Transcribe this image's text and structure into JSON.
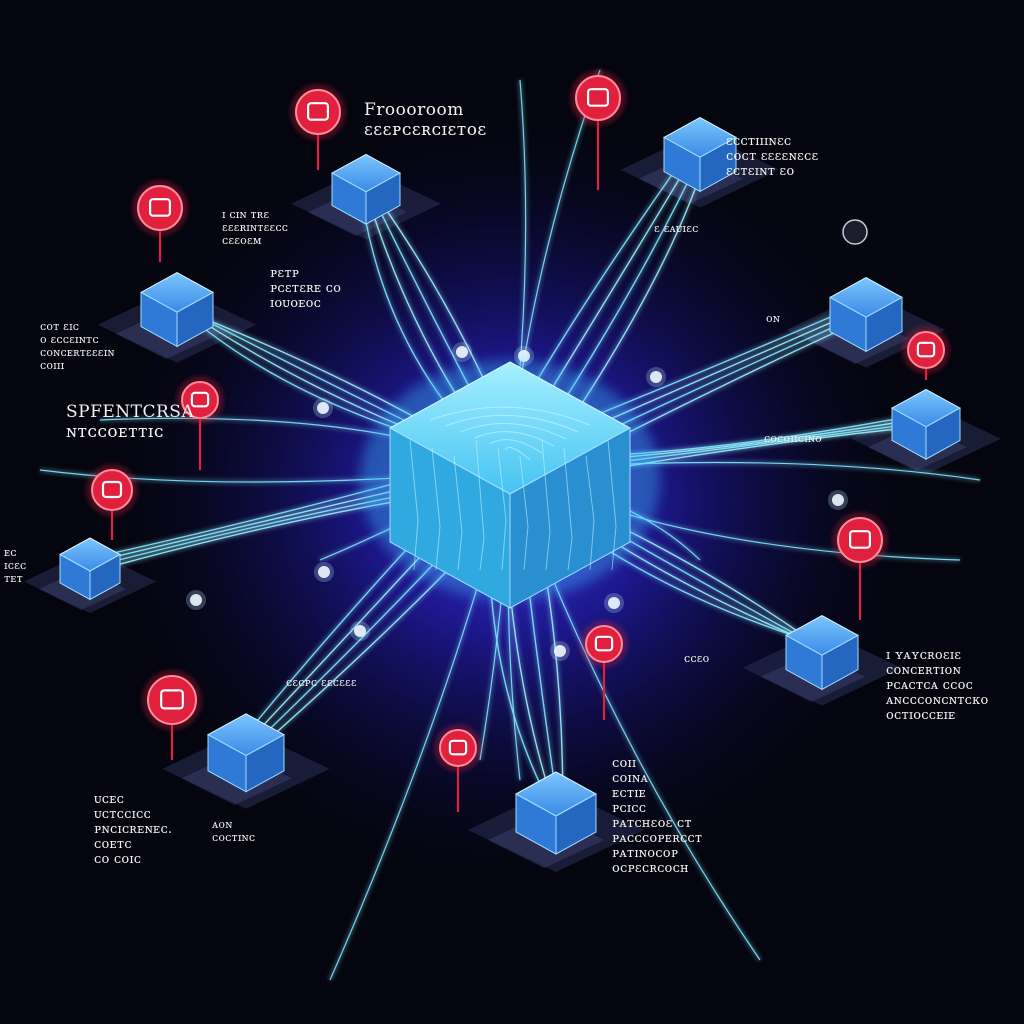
{
  "colors": {
    "background": "#05050f",
    "glow": "#2a22ff",
    "hub_face": "#5fd6ff",
    "node_face": "#3c8fe8",
    "wire": "#7fe6ff",
    "pin": "#e0203c"
  },
  "labels": [
    {
      "lines": [
        "Froooroom",
        "ɛɛɛᴘᴄɛʀᴄɪɛᴛoɛ"
      ]
    },
    {
      "lines": [
        "ɪ ᴄɪɴ ᴛʀɛ",
        "ɛɛɛʀɪɴᴛɛɛᴄᴄ",
        "ᴄɛɛᴏɛᴍ"
      ]
    },
    {
      "lines": [
        "ɛ ɛᴀᴜɪɛᴄ"
      ]
    },
    {
      "lines": [
        "ɛᴄᴄᴛɪɪɪɴɛᴄ",
        "ᴄᴏᴄᴛ ɛɛɛɛɴɛᴄɛ",
        "ɛᴄᴛɛɪɴᴛ ɛᴏ"
      ]
    },
    {
      "lines": [
        "ᴘɛᴛᴘ",
        "ᴘᴄɛᴛɛʀᴇ ᴄᴏ",
        "ɪᴏᴜᴏᴇᴏᴄ"
      ]
    },
    {
      "lines": [
        "ᴄᴏᴛ ɛɪᴄ",
        "ᴏ ɛᴄᴄɛɪɴᴛᴄ",
        "ᴄᴏɴᴄᴇʀᴛɛɛɛɪɴ",
        "ᴄᴏɪɪɪ"
      ]
    },
    {
      "lines": [
        "SPFENTCRSA",
        "ɴᴛᴄᴄᴏᴇᴛᴛɪᴄ"
      ]
    },
    {
      "lines": [
        "ᴇᴄ",
        "ɪᴄɛᴄ",
        "ᴛᴇᴛ"
      ]
    },
    {
      "lines": [
        "ᴏɴ"
      ]
    },
    {
      "lines": [
        "ᴄᴏᴄᴏɪɪᴄɪɴᴏ"
      ]
    },
    {
      "lines": [
        "ᴄɛᴄᴘᴄ ɛɛᴄɛɛɛ"
      ]
    },
    {
      "lines": [
        "ᴄᴄɛᴏ"
      ]
    },
    {
      "lines": [
        "ɪ ʏᴀʏᴄʀᴏɛɪɛ",
        "ᴄᴏɴᴄᴇʀᴛɪᴏɴ",
        "ᴘᴄᴀᴄᴛᴄᴀ ᴄᴄᴏᴄ",
        "ᴀɴᴄᴄᴄᴏɴᴄɴᴛᴄᴋᴏ",
        "ᴏᴄᴛɪᴏᴄᴄᴇɪᴇ"
      ]
    },
    {
      "lines": [
        "ᴄᴏɪɪ",
        "ᴄᴏɪɴᴀ",
        "ᴇᴄᴛɪᴇ",
        "ᴘᴄɪᴄᴄ",
        "ᴘᴀᴛᴄʜɛᴏɛ ᴄᴛ",
        "ᴘᴀᴄᴄᴄᴏᴘᴇʀᴄᴄᴛ",
        "ᴘᴀᴛɪɴᴏᴄᴏᴘ",
        "ᴏᴄᴘɛᴄʀᴄᴏᴄʜ"
      ]
    },
    {
      "lines": [
        "ᴜᴄᴇᴄ",
        "ᴜᴄᴛᴄᴄɪᴄᴄ",
        "ᴘɴᴄɪᴄʀᴇɴᴇᴄ.",
        "ᴄᴏᴇᴛᴄ",
        "ᴄᴏ ᴄᴏɪᴄ"
      ]
    },
    {
      "lines": [
        "ᴀᴏɴ",
        "ᴄᴏᴄᴛɪɴᴄ"
      ]
    }
  ]
}
